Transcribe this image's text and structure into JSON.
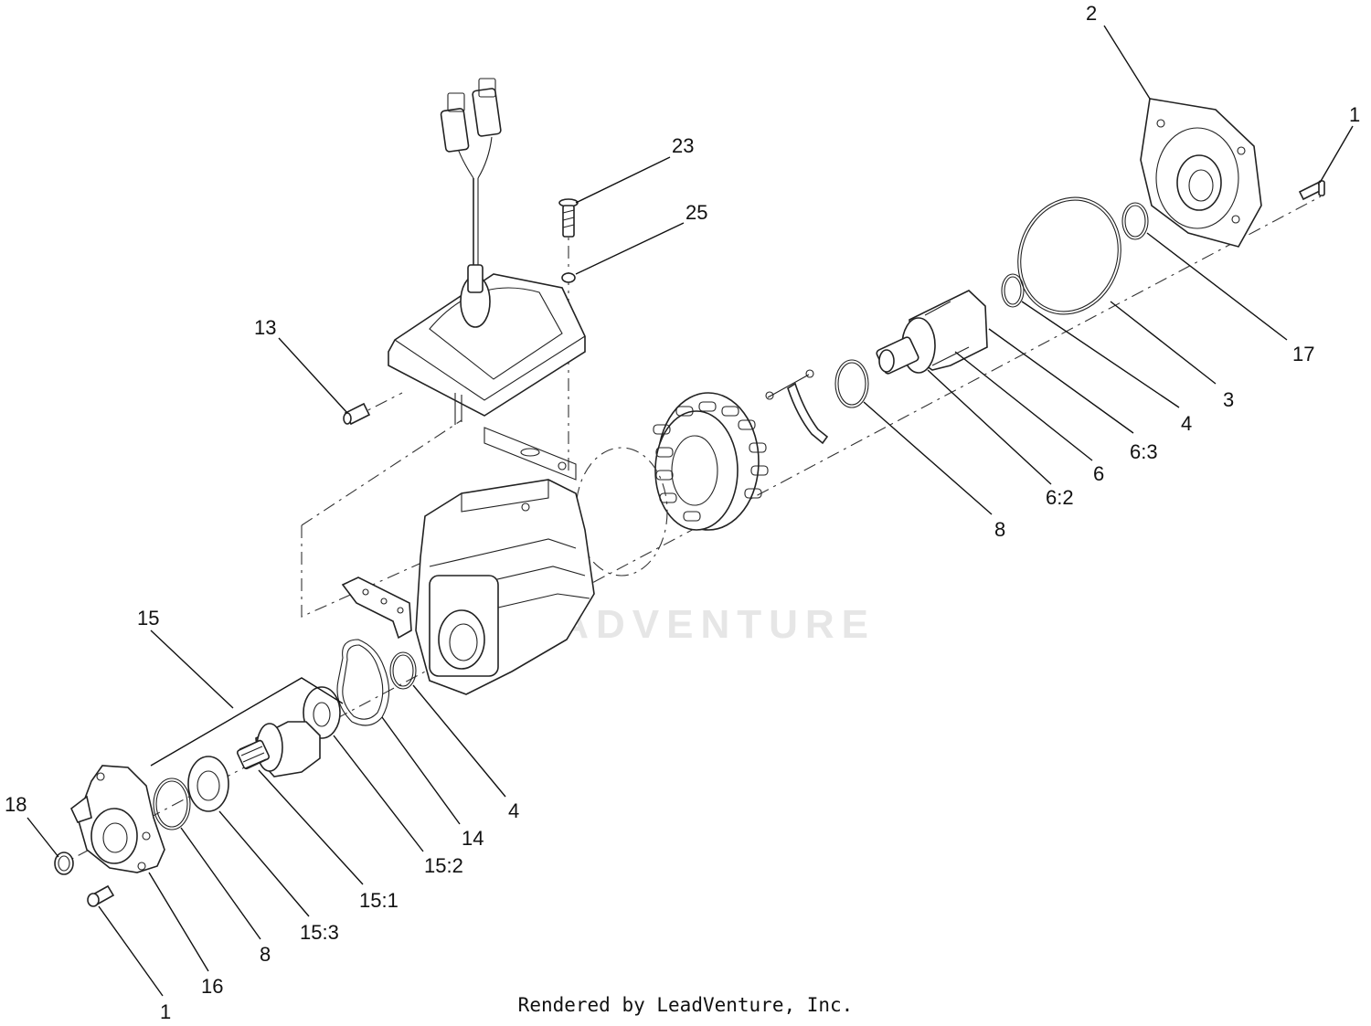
{
  "watermark": "LEADVENTURE",
  "footer": "Rendered by LeadVenture, Inc.",
  "callouts": [
    {
      "id": "c-2",
      "text": "2"
    },
    {
      "id": "c-1-top",
      "text": "1"
    },
    {
      "id": "c-23",
      "text": "23"
    },
    {
      "id": "c-25",
      "text": "25"
    },
    {
      "id": "c-13",
      "text": "13"
    },
    {
      "id": "c-17",
      "text": "17"
    },
    {
      "id": "c-3",
      "text": "3"
    },
    {
      "id": "c-4-right",
      "text": "4"
    },
    {
      "id": "c-6-3",
      "text": "6:3"
    },
    {
      "id": "c-6",
      "text": "6"
    },
    {
      "id": "c-6-2",
      "text": "6:2"
    },
    {
      "id": "c-8-right",
      "text": "8"
    },
    {
      "id": "c-15",
      "text": "15"
    },
    {
      "id": "c-18",
      "text": "18"
    },
    {
      "id": "c-4-left",
      "text": "4"
    },
    {
      "id": "c-14",
      "text": "14"
    },
    {
      "id": "c-15-2",
      "text": "15:2"
    },
    {
      "id": "c-15-1",
      "text": "15:1"
    },
    {
      "id": "c-15-3",
      "text": "15:3"
    },
    {
      "id": "c-8-left",
      "text": "8"
    },
    {
      "id": "c-16",
      "text": "16"
    },
    {
      "id": "c-1-bottom",
      "text": "1"
    }
  ]
}
